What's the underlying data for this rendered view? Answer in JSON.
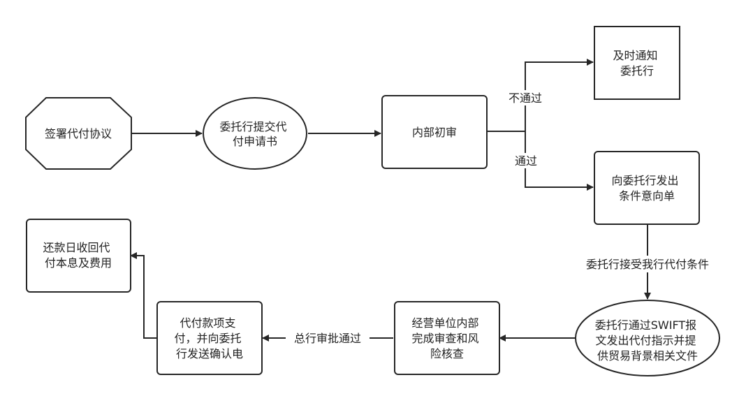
{
  "colors": {
    "stroke": "#262626",
    "fill": "#ffffff",
    "text": "#222222",
    "background": "#ffffff"
  },
  "nodes": {
    "sign_agreement": {
      "shape": "octagon",
      "lines": [
        "签署代付协议"
      ]
    },
    "submit_application": {
      "shape": "ellipse",
      "lines": [
        "委托行提交代",
        "付申请书"
      ]
    },
    "initial_review": {
      "shape": "rounded-rect",
      "lines": [
        "内部初审"
      ]
    },
    "notify_bank": {
      "shape": "rect",
      "lines": [
        "及时通知",
        "委托行"
      ]
    },
    "issue_intent": {
      "shape": "rounded-rect",
      "lines": [
        "向委托行发出",
        "条件意向单"
      ]
    },
    "swift_instruction": {
      "shape": "ellipse",
      "lines": [
        "委托行通过SWIFT报",
        "文发出代付指示并提",
        "供贸易背景相关文件"
      ]
    },
    "risk_check": {
      "shape": "rounded-rect",
      "lines": [
        "经营单位内部",
        "完成审查和风",
        "险核查"
      ]
    },
    "payment": {
      "shape": "rounded-rect",
      "lines": [
        "代付款项支",
        "付，并向委托",
        "行发送确认电"
      ]
    },
    "repayment": {
      "shape": "rounded-rect",
      "lines": [
        "还款日收回代",
        "付本息及费用"
      ]
    }
  },
  "edges": {
    "not_pass": "不通过",
    "pass": "通过",
    "accept_terms": "委托行接受我行代付条件",
    "head_office_approved": "总行审批通过"
  }
}
